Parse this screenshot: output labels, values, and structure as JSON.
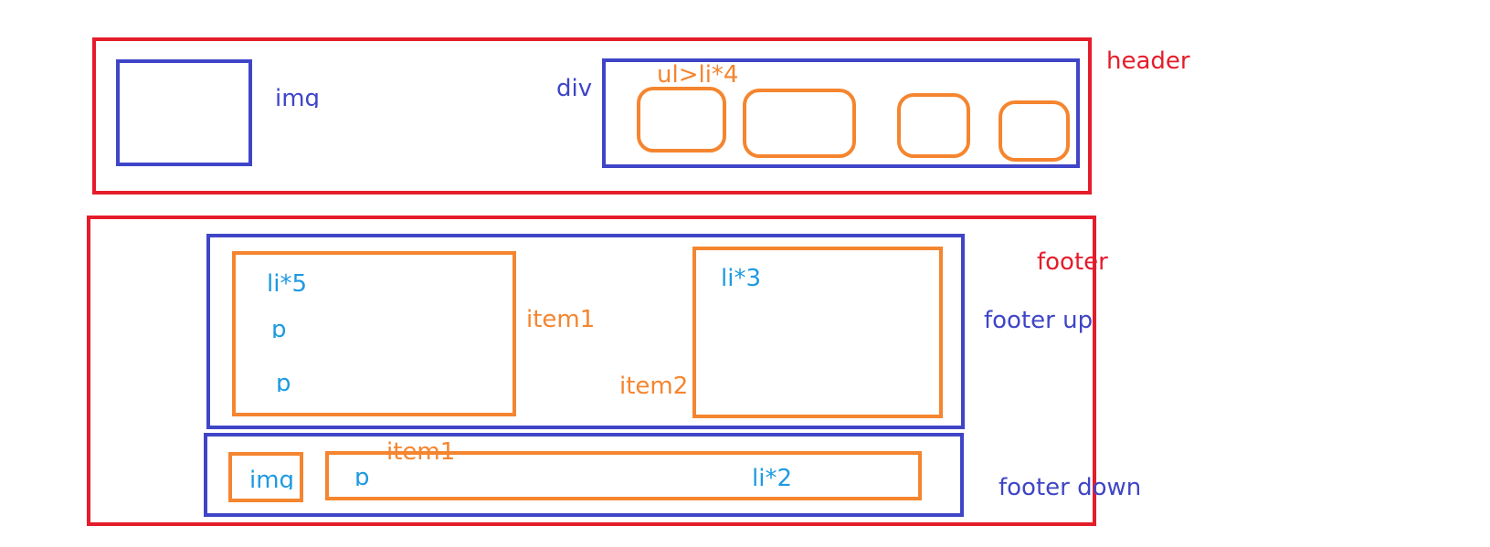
{
  "colors": {
    "red": "#e51c2a",
    "blue": "#3f45c6",
    "orange": "#f5852f",
    "cyan": "#1e9ae0"
  },
  "header": {
    "label": "header",
    "img_label": "img",
    "div_label": "div",
    "ul_label": "ul>li*4"
  },
  "footer": {
    "label": "footer",
    "up": {
      "label": "footer up",
      "item1_label": "item1",
      "item1_li": "li*5",
      "item1_p1": "p",
      "item1_p2": "p",
      "item2_label": "item2",
      "item2_li": "li*3"
    },
    "down": {
      "label": "footer down",
      "img_label": "img",
      "item1_label": "item1",
      "item1_p": "p",
      "item1_li": "li*2"
    }
  }
}
